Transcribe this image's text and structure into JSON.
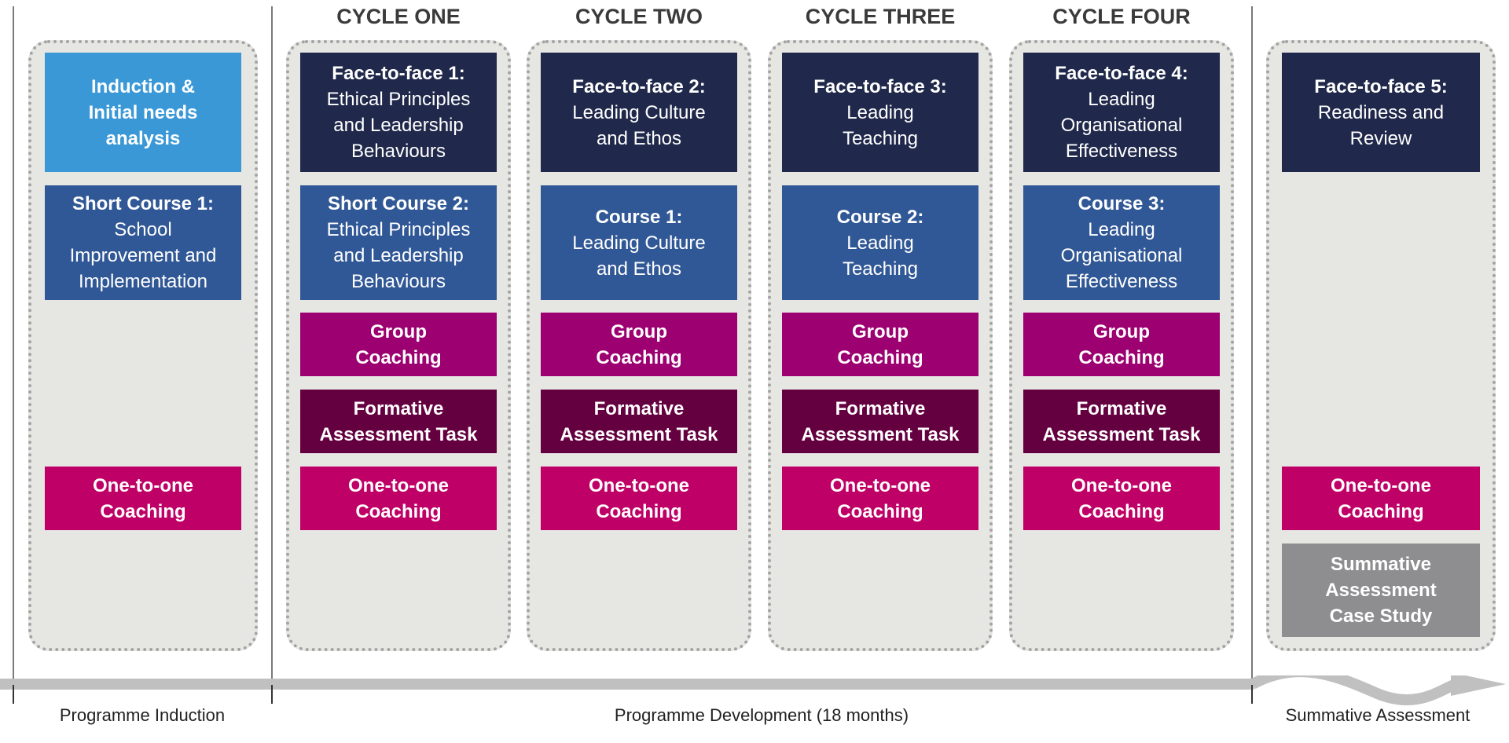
{
  "cycles": [
    "CYCLE ONE",
    "CYCLE TWO",
    "CYCLE THREE",
    "CYCLE FOUR"
  ],
  "colors": {
    "induction": "#3a98d6",
    "face_to_face": "#20294b",
    "course": "#315896",
    "group_coaching": "#9c0071",
    "formative": "#650040",
    "one_to_one": "#bf0066",
    "summative": "#8e8e90",
    "panel": "#e6e6e3",
    "timeline": "#c0c0c0"
  },
  "columns": [
    {
      "induction": {
        "line1": "Induction &",
        "line2": "Initial needs",
        "line3": "analysis"
      },
      "short_course": {
        "bold": "Short Course 1:",
        "rest": [
          "School",
          "Improvement and",
          "Implementation"
        ]
      },
      "one_to_one": {
        "line1": "One-to-one",
        "line2": "Coaching"
      }
    },
    {
      "face": {
        "bold": "Face-to-face 1:",
        "rest": [
          "Ethical Principles",
          "and Leadership",
          "Behaviours"
        ]
      },
      "course": {
        "bold": "Short Course 2:",
        "rest": [
          "Ethical Principles",
          "and Leadership",
          "Behaviours"
        ]
      },
      "group": {
        "line1": "Group",
        "line2": "Coaching"
      },
      "formative": {
        "line1": "Formative",
        "line2": "Assessment Task"
      },
      "one_to_one": {
        "line1": "One-to-one",
        "line2": "Coaching"
      }
    },
    {
      "face": {
        "bold": "Face-to-face 2:",
        "rest": [
          "Leading Culture",
          "and Ethos"
        ]
      },
      "course": {
        "bold": "Course 1:",
        "rest": [
          "Leading Culture",
          "and Ethos"
        ]
      },
      "group": {
        "line1": "Group",
        "line2": "Coaching"
      },
      "formative": {
        "line1": "Formative",
        "line2": "Assessment Task"
      },
      "one_to_one": {
        "line1": "One-to-one",
        "line2": "Coaching"
      }
    },
    {
      "face": {
        "bold": "Face-to-face 3:",
        "rest": [
          "Leading",
          "Teaching"
        ]
      },
      "course": {
        "bold": "Course 2:",
        "rest": [
          "Leading",
          "Teaching"
        ]
      },
      "group": {
        "line1": "Group",
        "line2": "Coaching"
      },
      "formative": {
        "line1": "Formative",
        "line2": "Assessment Task"
      },
      "one_to_one": {
        "line1": "One-to-one",
        "line2": "Coaching"
      }
    },
    {
      "face": {
        "bold": "Face-to-face 4:",
        "rest": [
          "Leading",
          "Organisational",
          "Effectiveness"
        ]
      },
      "course": {
        "bold": "Course 3:",
        "rest": [
          "Leading",
          "Organisational",
          "Effectiveness"
        ]
      },
      "group": {
        "line1": "Group",
        "line2": "Coaching"
      },
      "formative": {
        "line1": "Formative",
        "line2": "Assessment Task"
      },
      "one_to_one": {
        "line1": "One-to-one",
        "line2": "Coaching"
      }
    },
    {
      "face": {
        "bold": "Face-to-face 5:",
        "rest": [
          "Readiness and",
          "Review"
        ]
      },
      "one_to_one": {
        "line1": "One-to-one",
        "line2": "Coaching"
      },
      "summative": {
        "line1": "Summative",
        "line2": "Assessment",
        "line3": "Case Study"
      }
    }
  ],
  "phases": {
    "induction": "Programme Induction",
    "development": "Programme Development (18 months)",
    "summative": "Summative Assessment"
  }
}
